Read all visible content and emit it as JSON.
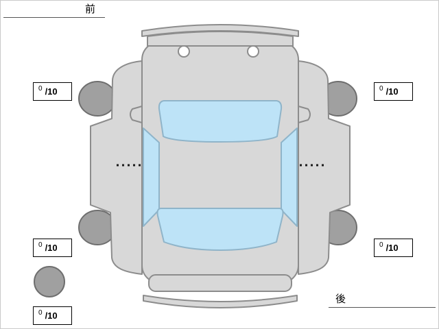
{
  "diagram": {
    "type": "vehicle-top-view-condition-diagram",
    "labels": {
      "front": "前",
      "rear": "後"
    }
  },
  "tread_scores": [
    {
      "position": "front-left",
      "value": "0",
      "denominator": "/10"
    },
    {
      "position": "front-right",
      "value": "0",
      "denominator": "/10"
    },
    {
      "position": "rear-left",
      "value": "0",
      "denominator": "/10"
    },
    {
      "position": "rear-right",
      "value": "0",
      "denominator": "/10"
    },
    {
      "position": "spare",
      "value": "0",
      "denominator": "/10"
    }
  ],
  "colors": {
    "car_body": "#d8d8d8",
    "car_outline": "#8c8c8c",
    "window": "#bde3f7",
    "tire": "#a0a0a0"
  }
}
